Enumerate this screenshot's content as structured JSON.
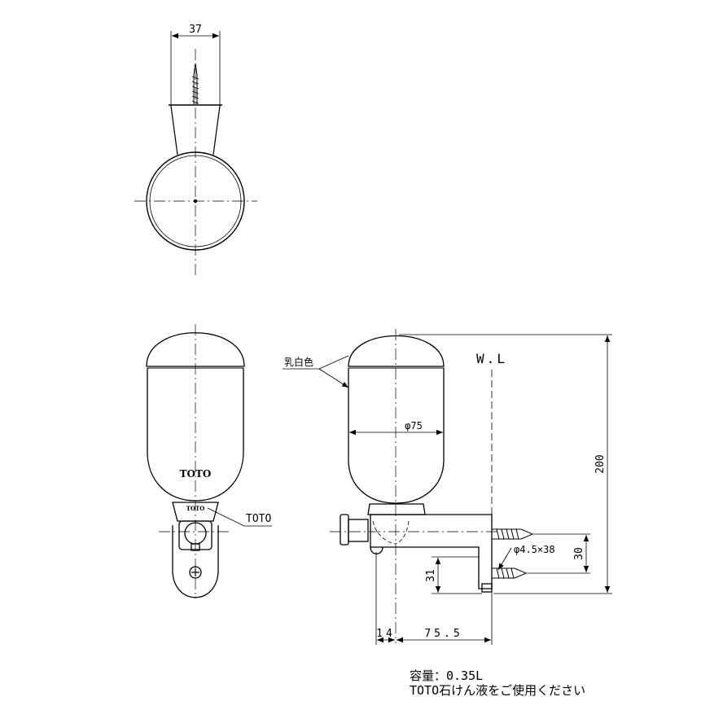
{
  "top_view": {
    "width_dim": "37"
  },
  "front_view": {
    "logo_body": "TOTO",
    "logo_valve": "TOTO",
    "callout_label": "TOTO"
  },
  "side_view": {
    "color_label": "乳白色",
    "diameter_dim": "φ75",
    "wall_line_label": "W.L",
    "height_dim": "200",
    "screw_dim": "φ4.5×38",
    "screw_spacing_dim": "30",
    "bracket_height_dim": "31",
    "offset_dim": "14",
    "projection_dim": "75.5"
  },
  "notes": {
    "capacity": "容量：0.35L",
    "usage": "TOTO石けん液をご使用ください"
  }
}
